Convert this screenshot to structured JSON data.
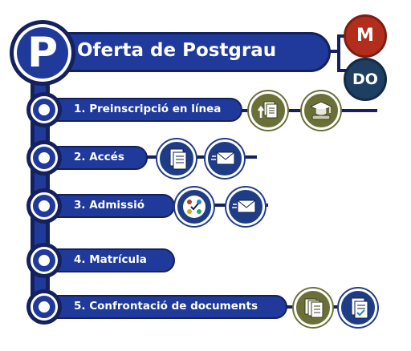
{
  "header": {
    "logo_letter": "P",
    "title": "Oferta de Postgrau"
  },
  "levels": [
    {
      "label": "M",
      "color": "#b32d1d"
    },
    {
      "label": "DO",
      "color": "#1e3f62"
    }
  ],
  "steps": [
    {
      "label": "1. Preinscripció en línea",
      "icons": [
        "document-upload-icon",
        "graduation-diploma-icon"
      ],
      "icon_color": "#6b7038"
    },
    {
      "label": "2. Accés",
      "icons": [
        "document-list-icon",
        "email-icon"
      ],
      "icon_color": "#1f3d86"
    },
    {
      "label": "3. Admissió",
      "icons": [
        "choice-grid-icon",
        "email-icon"
      ],
      "icon_color": "#1f3d86"
    },
    {
      "label": "4. Matrícula",
      "icons": [],
      "icon_color": "#1f3d86"
    },
    {
      "label": "5. Confrontació de documents",
      "icons": [
        "documents-stack-icon",
        "document-check-icon"
      ],
      "icon_color": "#6b7038"
    }
  ],
  "colors": {
    "primary_blue": "#1f3a9a",
    "dark_navy": "#14215c",
    "olive": "#6b7038",
    "red": "#b32d1d",
    "slate": "#1e3f62"
  }
}
